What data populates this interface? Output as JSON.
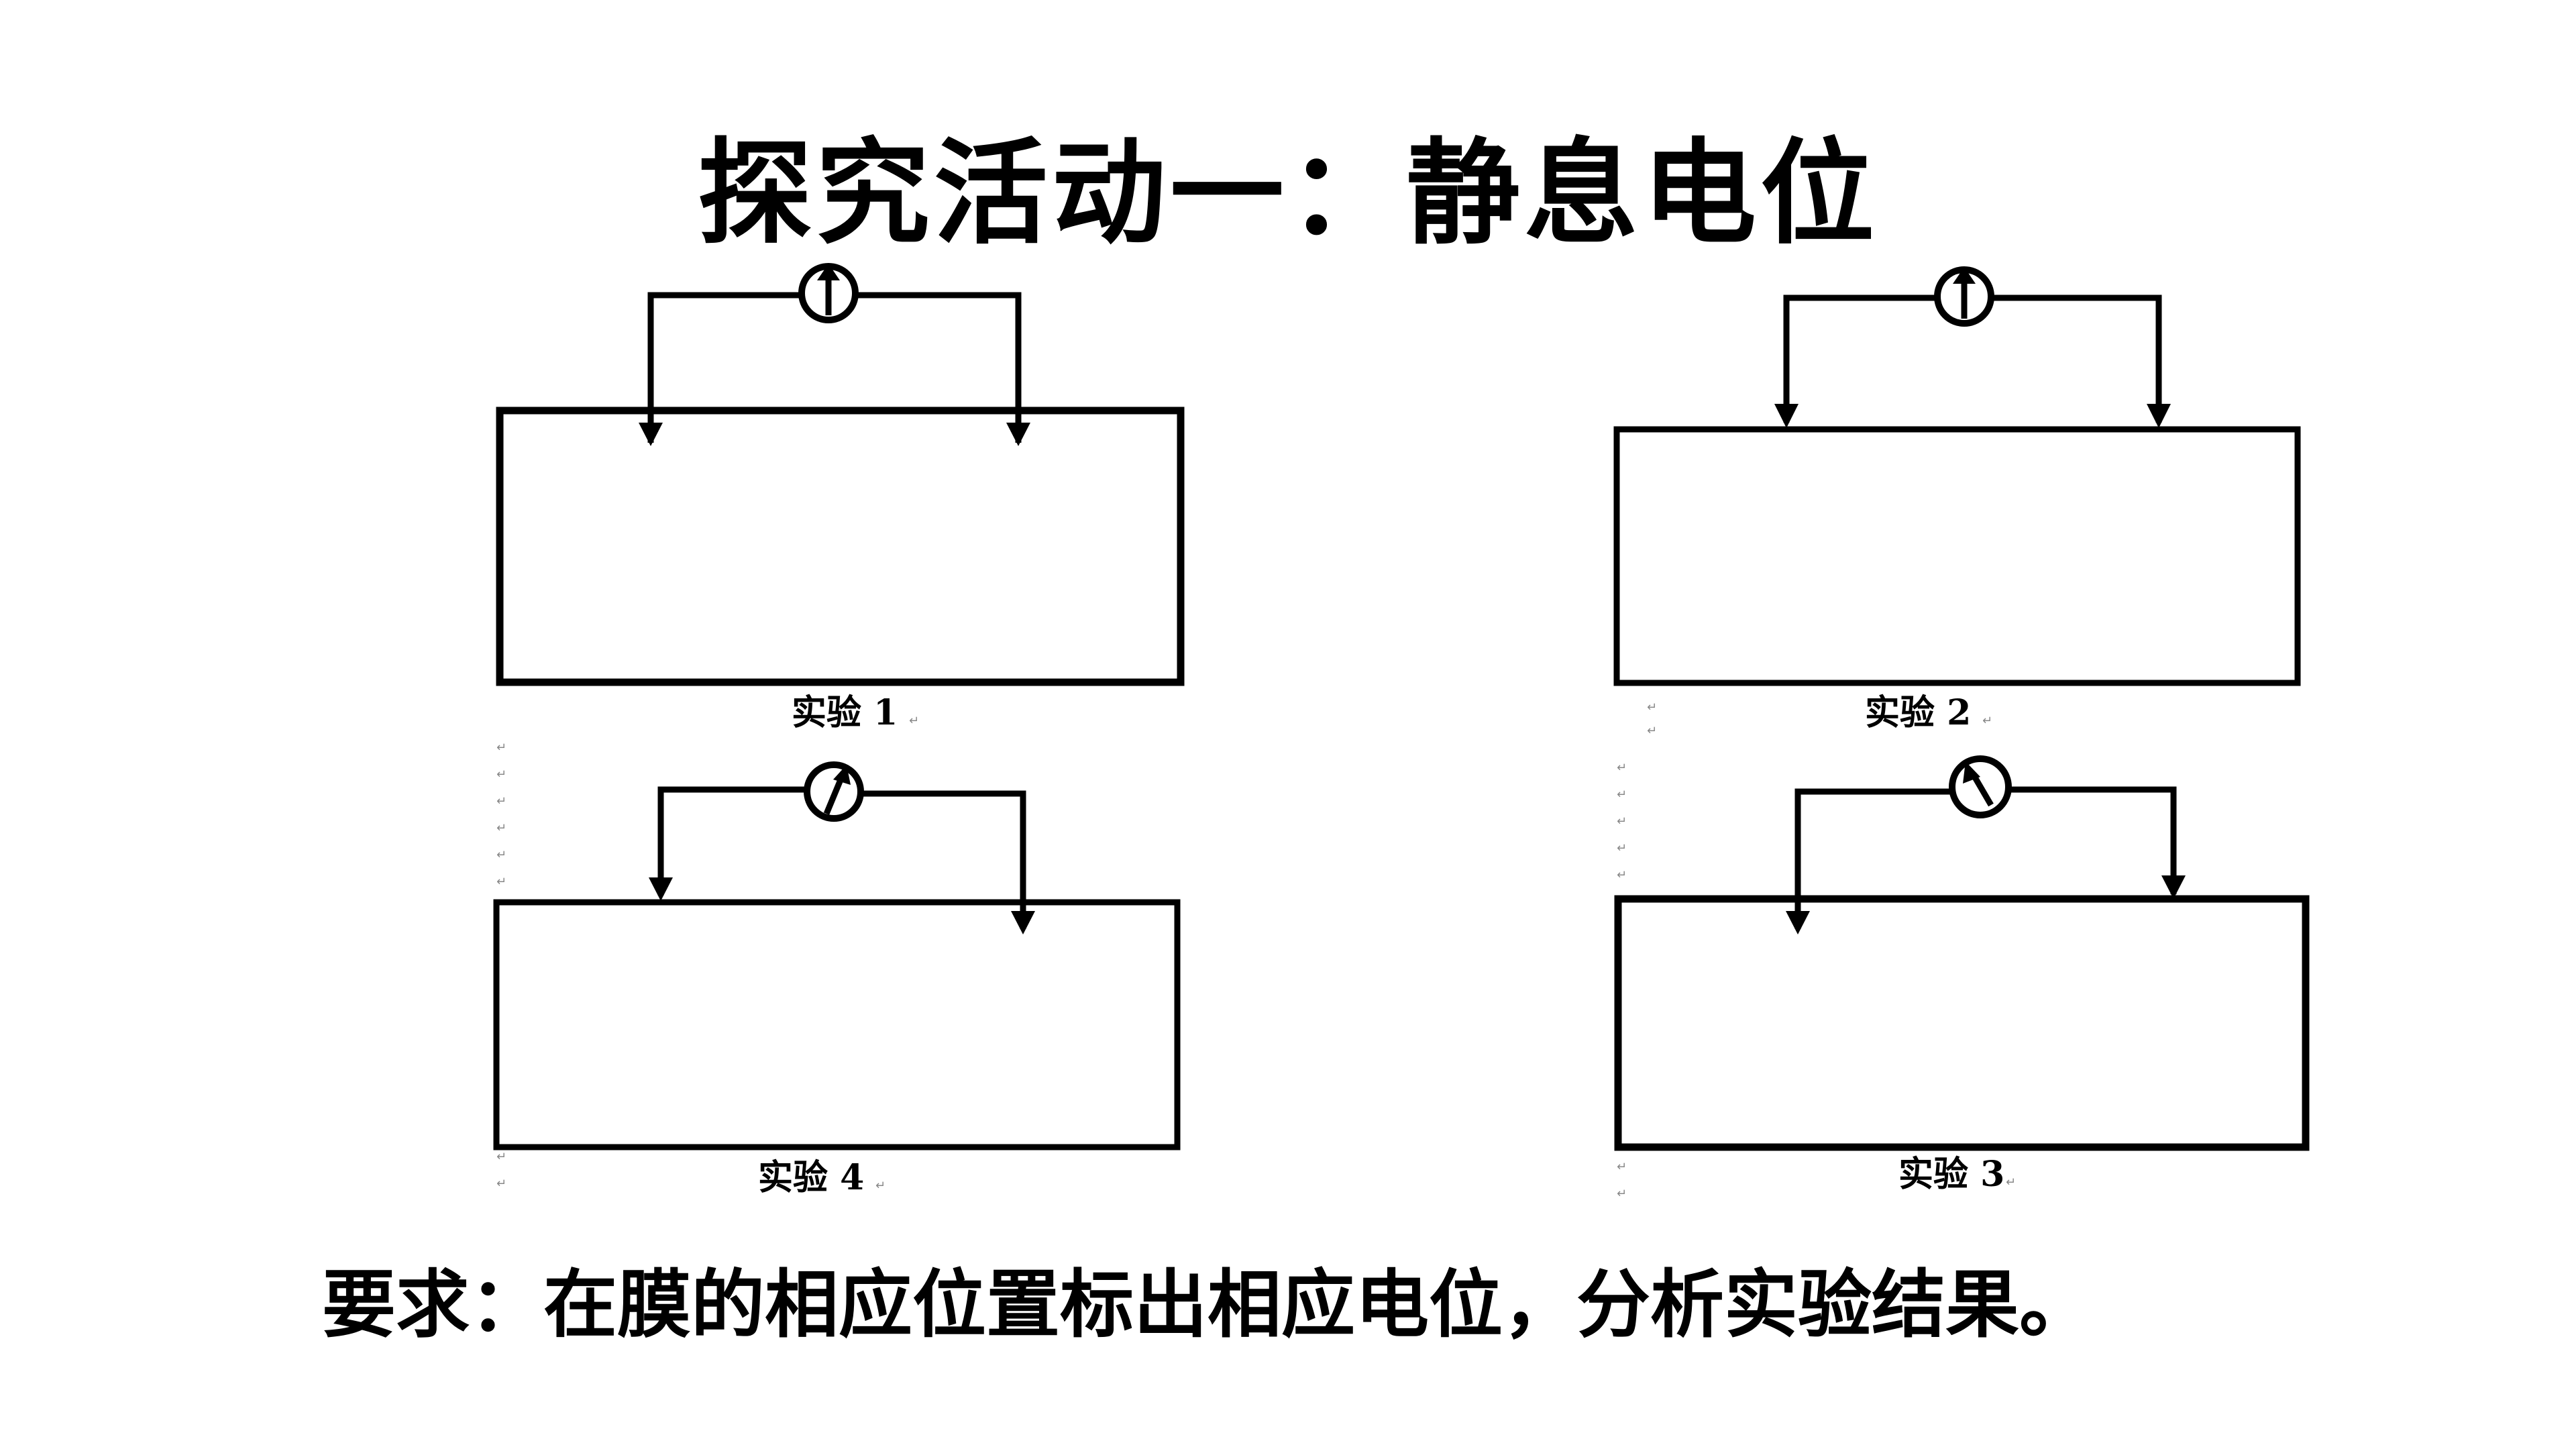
{
  "title": "探究活动一：静息电位",
  "requirement": "要求：在膜的相应位置标出相应电位，分析实验结果。",
  "experiments": [
    {
      "caption": "实验 1",
      "needle": "upright"
    },
    {
      "caption": "实验 2",
      "needle": "upright"
    },
    {
      "caption": "实验 4",
      "needle": "tilt-right"
    },
    {
      "caption": "实验 3",
      "needle": "tilt-left"
    }
  ],
  "paragraph_mark": "↵"
}
